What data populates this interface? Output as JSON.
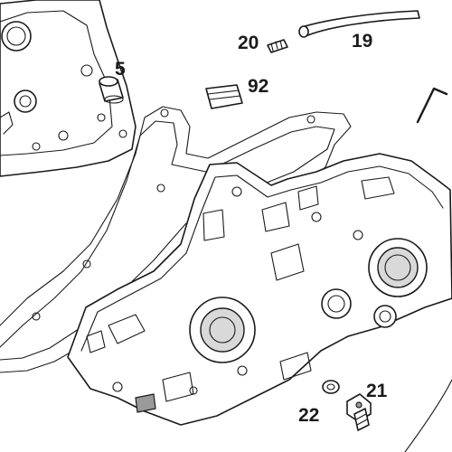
{
  "callouts": {
    "c5": "5",
    "c19": "19",
    "c20": "20",
    "c92": "92",
    "c21": "21",
    "c22": "22"
  }
}
